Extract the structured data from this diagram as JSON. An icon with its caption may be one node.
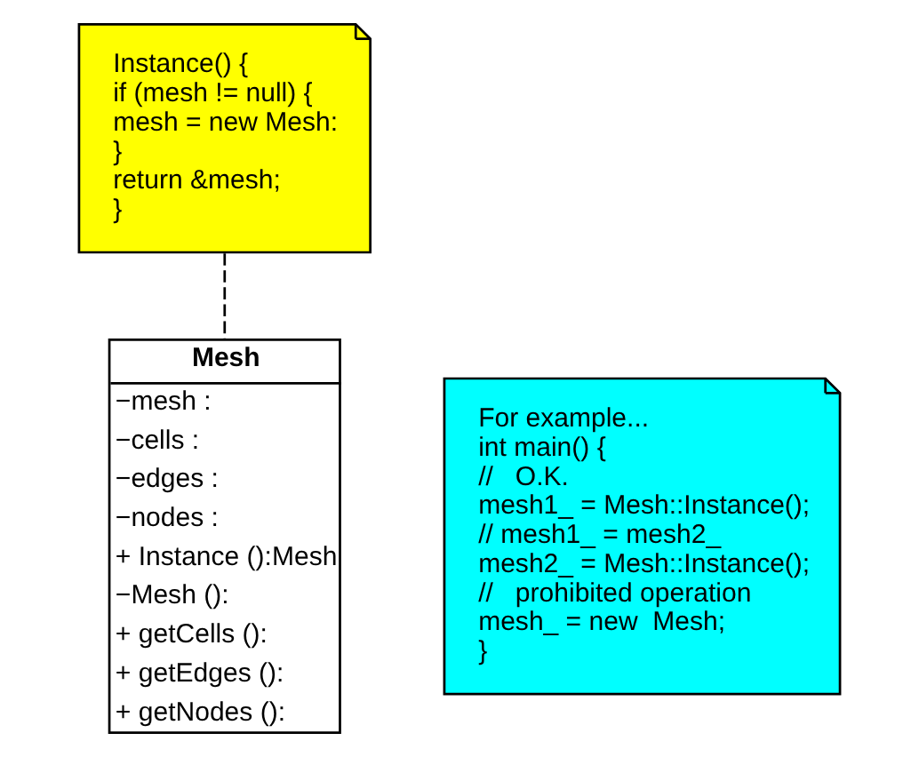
{
  "diagram": {
    "nodes": [
      {
        "text": [
          "Mesh",
          "−mesh :",
          "−cells :",
          "−edges :",
          "−nodes :",
          "+ Instance ():Mesh",
          "−Mesh ():",
          "+ getCells ():",
          "+ getEdges ():",
          "+ getNodes ():"
        ]
      },
      {
        "text": [
          "Instance() {",
          "if (mesh != null) {",
          "mesh = new Mesh:",
          "}",
          "return &mesh;",
          "}"
        ]
      },
      {
        "text": [
          "For example...",
          "int main() {",
          "//   O.K.",
          "mesh1_ = Mesh::Instance();",
          "// mesh1_ = mesh2_",
          "mesh2_ = Mesh::Instance();",
          "//   prohibited operation",
          "mesh_ = new  Mesh;",
          "}"
        ]
      }
    ],
    "edges": [
      {
        "from": 1,
        "to": 0,
        "arrow": "none",
        "style": "dashed"
      }
    ]
  }
}
